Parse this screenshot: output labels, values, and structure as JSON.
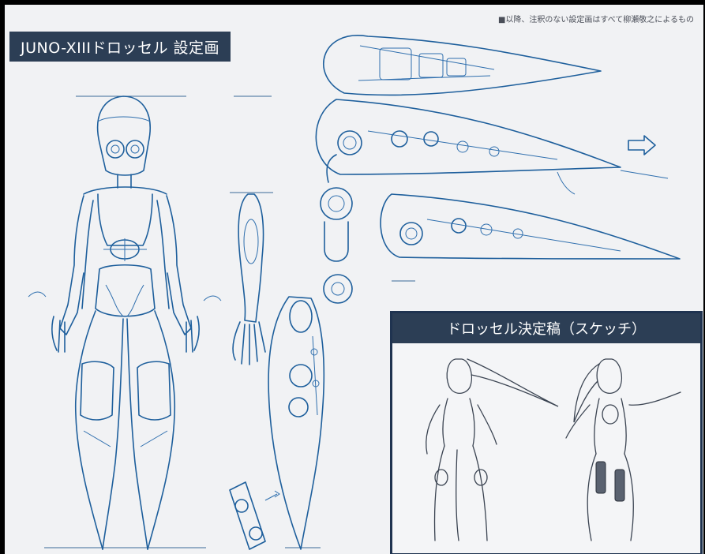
{
  "credit": "■以降、注釈のない設定画はすべて柳瀬敬之によるもの",
  "title": "JUNO-XIIIドロッセル 設定画",
  "sketch_panel": {
    "title": "ドロッセル決定稿（スケッチ）"
  },
  "colors": {
    "ink": "#1e5f9c",
    "banner": "#2c3e55",
    "paper": "#f1f2f4"
  }
}
